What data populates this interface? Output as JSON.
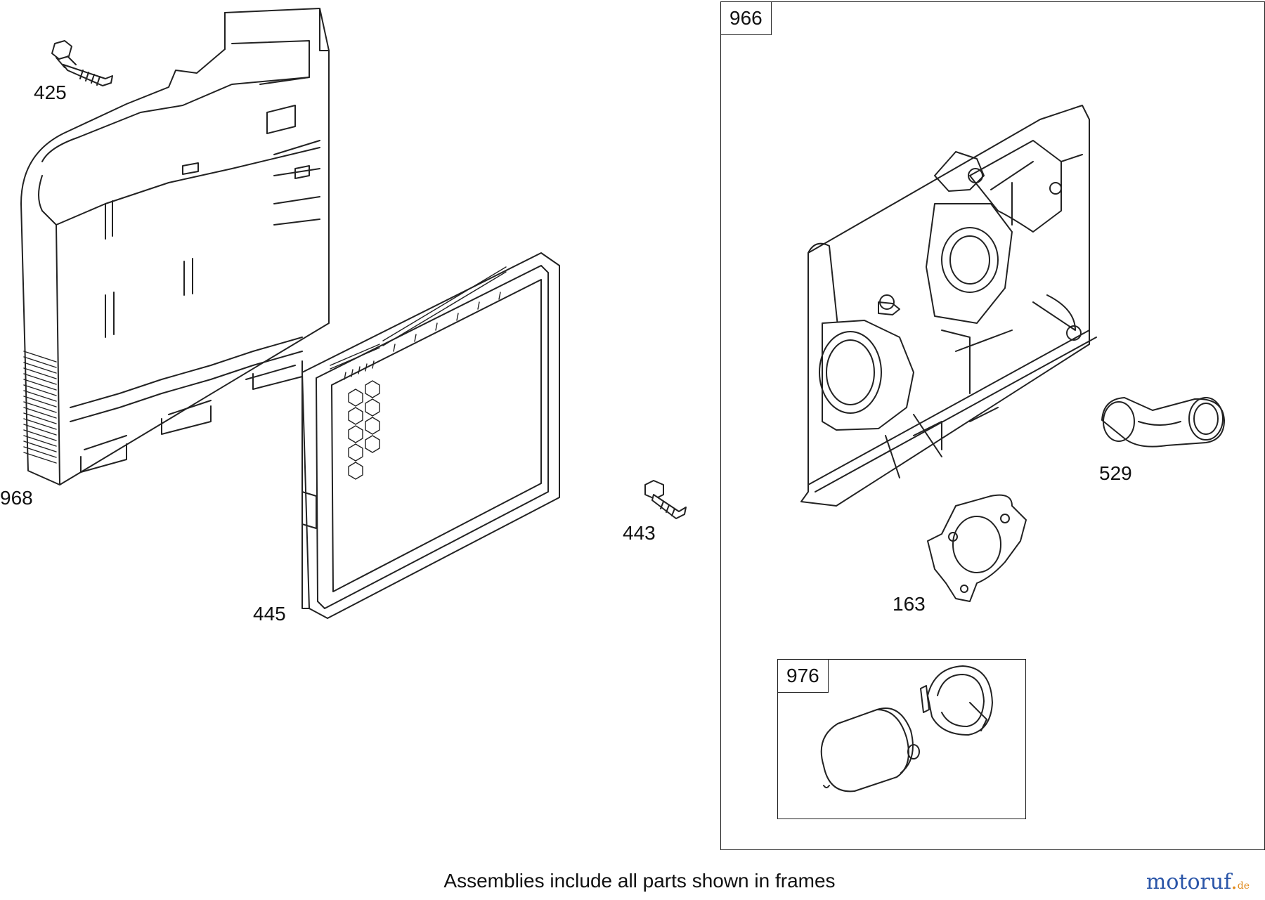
{
  "labels": {
    "p425": "425",
    "p968": "968",
    "p445": "445",
    "p443": "443",
    "p529": "529",
    "p163": "163"
  },
  "frames": {
    "outer_tag": "966",
    "inner_tag": "976"
  },
  "caption": "Assemblies include all parts shown in frames",
  "brand": {
    "name": "motoruf",
    "tld": "de"
  },
  "colors": {
    "line": "#222222",
    "brand_blue": "#2a55a8",
    "brand_orange": "#e08a1c"
  }
}
